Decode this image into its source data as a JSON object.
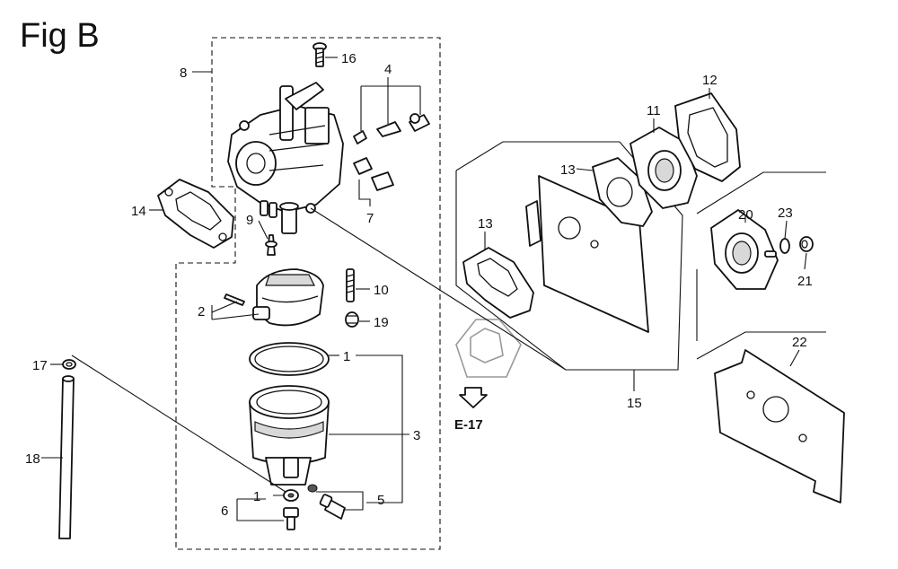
{
  "title": "Fig B",
  "reference": "E-17",
  "labels": {
    "p1a": "1",
    "p1b": "1",
    "p2": "2",
    "p3": "3",
    "p4": "4",
    "p5": "5",
    "p6": "6",
    "p7": "7",
    "p8": "8",
    "p9": "9",
    "p10": "10",
    "p11": "11",
    "p12": "12",
    "p13a": "13",
    "p13b": "13",
    "p14": "14",
    "p15": "15",
    "p16": "16",
    "p17": "17",
    "p18": "18",
    "p19": "19",
    "p20": "20",
    "p21": "21",
    "p22": "22",
    "p23": "23"
  }
}
